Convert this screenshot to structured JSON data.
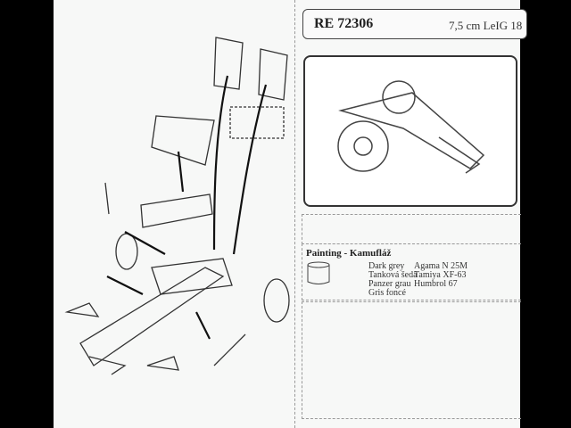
{
  "header": {
    "code": "RE 72306",
    "name": "7,5 cm LeIG 18"
  },
  "painting": {
    "title": "Painting - Kamufláž",
    "icon": "paint-can-icon",
    "rows": [
      {
        "name": "Dark grey",
        "ref": "Agama N 25M"
      },
      {
        "name": "Tanková šedá",
        "ref": "Tamiya XF-63"
      },
      {
        "name": "Panzer grau",
        "ref": "Humbrol 67"
      },
      {
        "name": "Gris foncé",
        "ref": ""
      }
    ]
  }
}
